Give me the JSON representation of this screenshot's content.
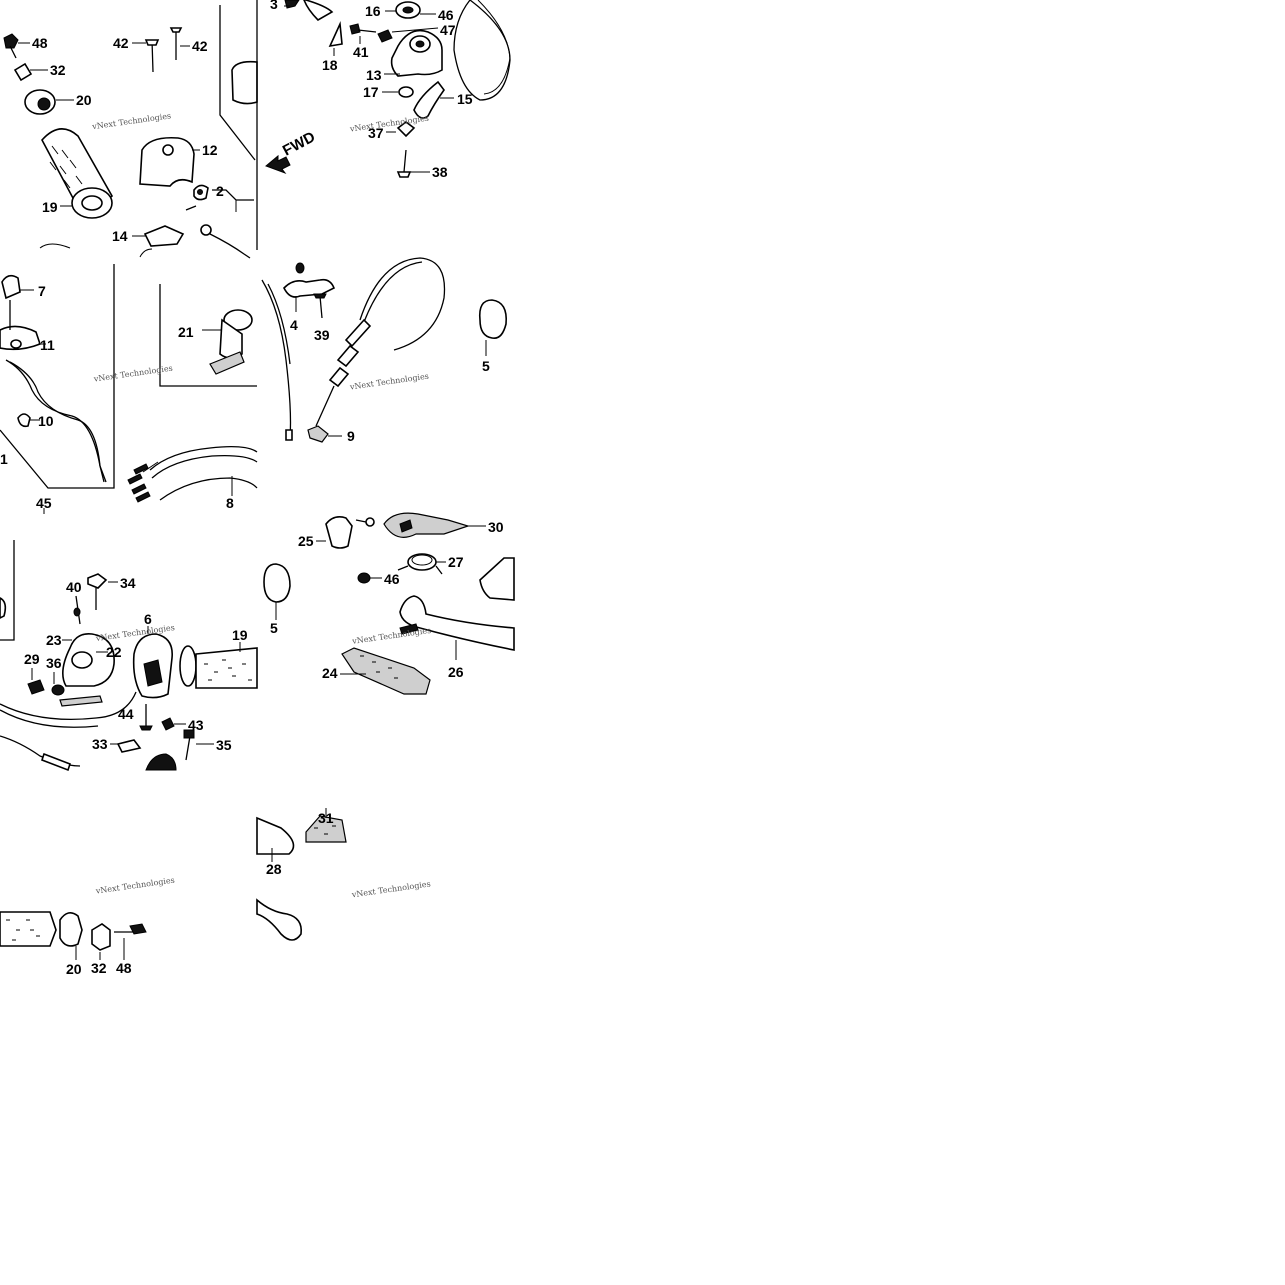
{
  "diagram": {
    "direction_label": "FWD",
    "watermark": "vNext Technologies",
    "callouts": {
      "c48a": "48",
      "c32a": "32",
      "c20a": "20",
      "c19a": "19",
      "c42a": "42",
      "c42b": "42",
      "c12": "12",
      "c2": "2",
      "c14": "14",
      "c3": "3",
      "c16": "16",
      "c46a": "46",
      "c47": "47",
      "c18": "18",
      "c41": "41",
      "c13": "13",
      "c17": "17",
      "c15": "15",
      "c37": "37",
      "c38": "38",
      "c7": "7",
      "c11": "11",
      "c10": "10",
      "c1": "1",
      "c45": "45",
      "c21": "21",
      "c8": "8",
      "c4": "4",
      "c39": "39",
      "c9": "9",
      "c5a": "5",
      "c40": "40",
      "c34": "34",
      "c6": "6",
      "c19b": "19",
      "c23": "23",
      "c22": "22",
      "c29": "29",
      "c36": "36",
      "c44": "44",
      "c43": "43",
      "c33": "33",
      "c35": "35",
      "c25": "25",
      "c30": "30",
      "c27": "27",
      "c46b": "46",
      "c5b": "5",
      "c24": "24",
      "c26": "26",
      "c31": "31",
      "c28": "28",
      "c20b": "20",
      "c32b": "32",
      "c48b": "48"
    }
  }
}
